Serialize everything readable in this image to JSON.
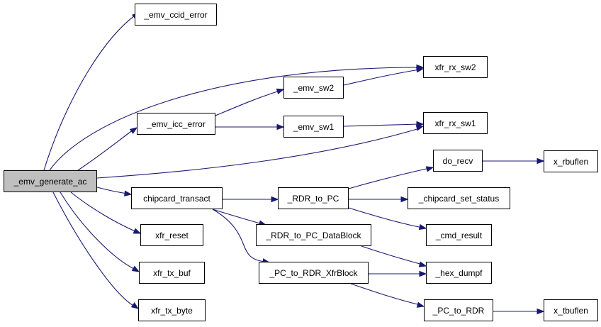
{
  "graph": {
    "edge_color": "#191970",
    "root_fill": "#bfbfbf",
    "nodes": [
      {
        "id": "root",
        "label": "_emv_generate_ac",
        "root": true
      },
      {
        "id": "ccid",
        "label": "_emv_ccid_error"
      },
      {
        "id": "sw2",
        "label": "xfr_rx_sw2"
      },
      {
        "id": "emvsw2",
        "label": "_emv_sw2"
      },
      {
        "id": "icc",
        "label": "_emv_icc_error"
      },
      {
        "id": "emvsw1",
        "label": "_emv_sw1"
      },
      {
        "id": "sw1",
        "label": "xfr_rx_sw1"
      },
      {
        "id": "dorecv",
        "label": "do_recv"
      },
      {
        "id": "xrbuf",
        "label": "x_rbuflen"
      },
      {
        "id": "chip",
        "label": "chipcard_transact"
      },
      {
        "id": "rdrpc",
        "label": "_RDR_to_PC"
      },
      {
        "id": "setstat",
        "label": "_chipcard_set_status"
      },
      {
        "id": "reset",
        "label": "xfr_reset"
      },
      {
        "id": "datablk",
        "label": "_RDR_to_PC_DataBlock"
      },
      {
        "id": "cmdres",
        "label": "_cmd_result"
      },
      {
        "id": "txbuf",
        "label": "xfr_tx_buf"
      },
      {
        "id": "xfrblk",
        "label": "_PC_to_RDR_XfrBlock"
      },
      {
        "id": "hex",
        "label": "_hex_dumpf"
      },
      {
        "id": "txbyte",
        "label": "xfr_tx_byte"
      },
      {
        "id": "pcrdr",
        "label": "_PC_to_RDR"
      },
      {
        "id": "xtbuf",
        "label": "x_tbuflen"
      }
    ],
    "edges": [
      {
        "from": "root",
        "to": "ccid"
      },
      {
        "from": "root",
        "to": "sw2"
      },
      {
        "from": "root",
        "to": "icc"
      },
      {
        "from": "root",
        "to": "sw1"
      },
      {
        "from": "root",
        "to": "chip"
      },
      {
        "from": "root",
        "to": "reset"
      },
      {
        "from": "root",
        "to": "txbuf"
      },
      {
        "from": "root",
        "to": "txbyte"
      },
      {
        "from": "icc",
        "to": "emvsw2"
      },
      {
        "from": "icc",
        "to": "emvsw1"
      },
      {
        "from": "emvsw2",
        "to": "sw2"
      },
      {
        "from": "emvsw1",
        "to": "sw1"
      },
      {
        "from": "chip",
        "to": "rdrpc"
      },
      {
        "from": "chip",
        "to": "datablk"
      },
      {
        "from": "chip",
        "to": "xfrblk"
      },
      {
        "from": "rdrpc",
        "to": "dorecv"
      },
      {
        "from": "rdrpc",
        "to": "setstat"
      },
      {
        "from": "rdrpc",
        "to": "cmdres"
      },
      {
        "from": "dorecv",
        "to": "xrbuf"
      },
      {
        "from": "datablk",
        "to": "hex"
      },
      {
        "from": "xfrblk",
        "to": "hex"
      },
      {
        "from": "xfrblk",
        "to": "pcrdr"
      },
      {
        "from": "pcrdr",
        "to": "xtbuf"
      }
    ]
  }
}
